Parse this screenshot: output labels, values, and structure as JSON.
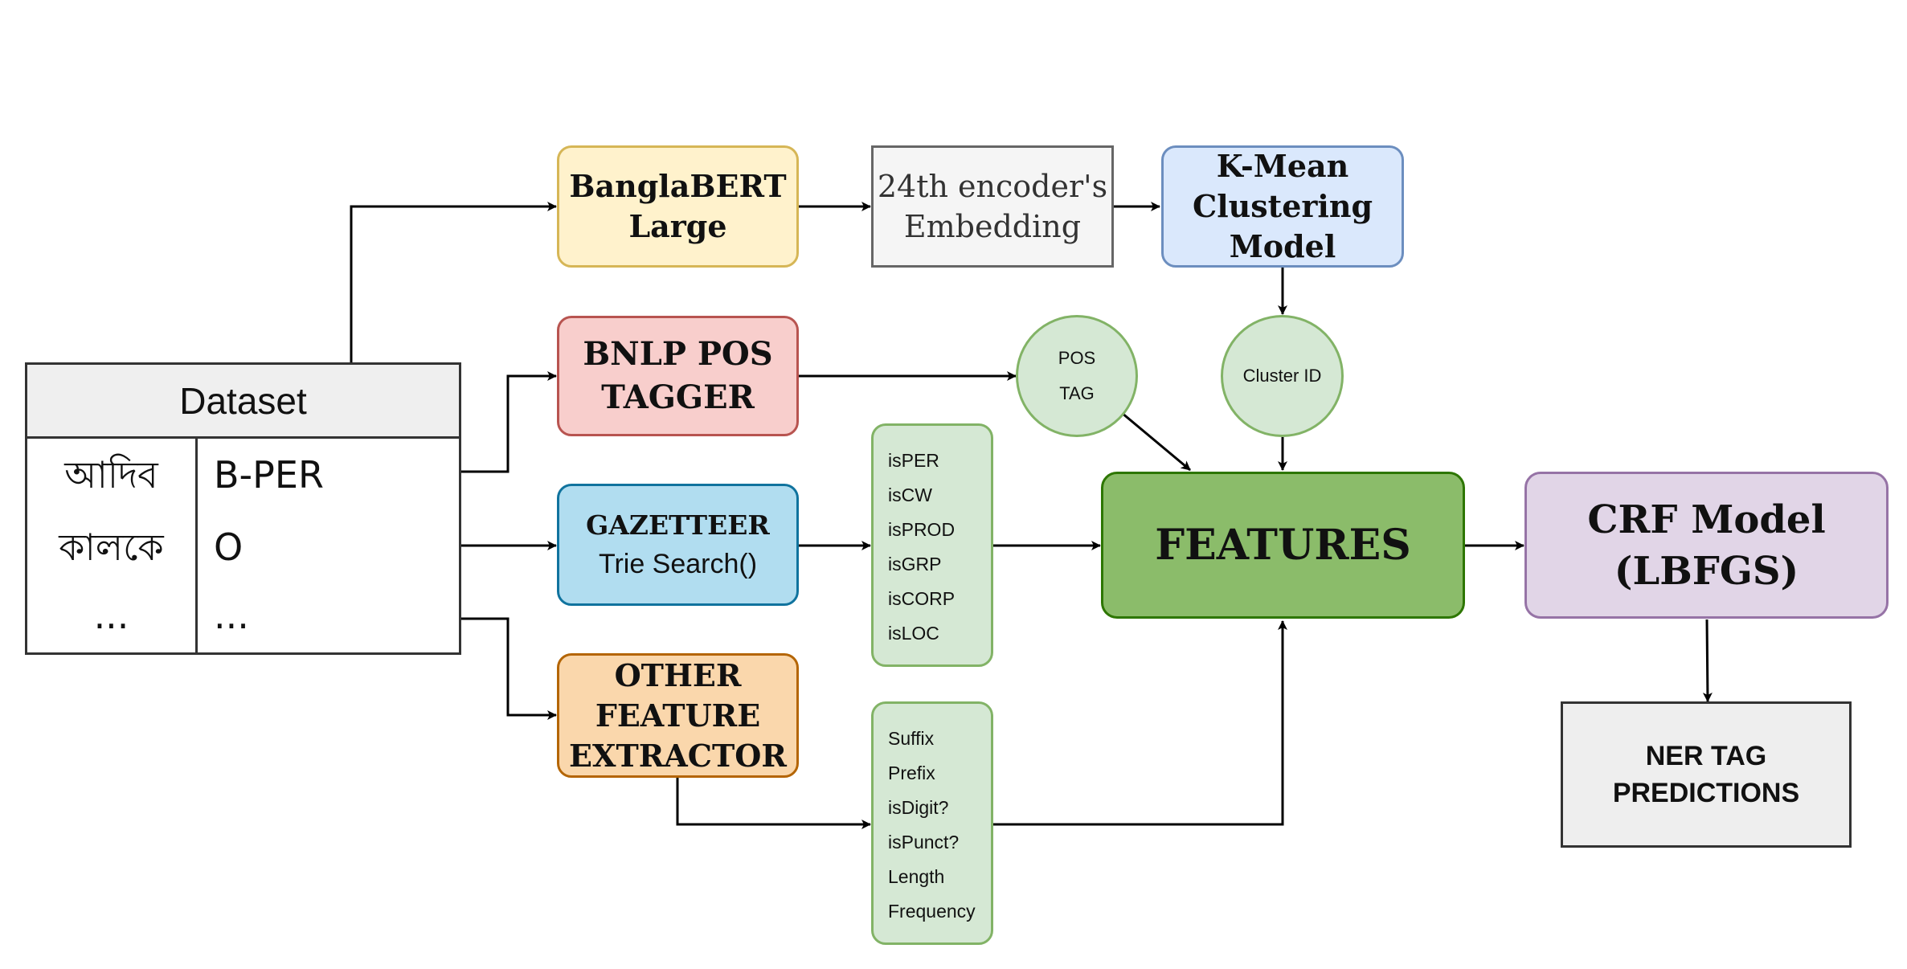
{
  "dataset": {
    "title": "Dataset",
    "rows": [
      {
        "word": "আদিব",
        "tag": "B-PER"
      },
      {
        "word": "কালকে",
        "tag": "O"
      },
      {
        "word": "...",
        "tag": "..."
      }
    ]
  },
  "nodes": {
    "banglabert": {
      "lines": [
        "BanglaBERT",
        "Large"
      ]
    },
    "embedding": {
      "lines": [
        "24th encoder's",
        "Embedding"
      ]
    },
    "kmean": {
      "lines": [
        "K-Mean",
        "Clustering",
        "Model"
      ]
    },
    "pos_tagger": {
      "lines": [
        "BNLP POS",
        "TAGGER"
      ]
    },
    "gazetteer": {
      "title": "GAZETTEER",
      "subtitle": "Trie Search()"
    },
    "other": {
      "lines": [
        "OTHER",
        "FEATURE",
        "EXTRACTOR"
      ]
    },
    "features": {
      "label": "FEATURES"
    },
    "crf": {
      "lines": [
        "CRF Model",
        "(LBFGS)"
      ]
    },
    "ner": {
      "lines": [
        "NER TAG",
        "PREDICTIONS"
      ]
    },
    "pos_tag": {
      "lines": [
        "POS",
        "TAG"
      ]
    },
    "cluster_id": {
      "label": "Cluster ID"
    }
  },
  "gazetteer_features": [
    "isPER",
    "isCW",
    "isPROD",
    "isGRP",
    "isCORP",
    "isLOC"
  ],
  "other_features": [
    "Suffix",
    "Prefix",
    "isDigit?",
    "isPunct?",
    "Length",
    "Frequency"
  ],
  "colors": {
    "yellow_fill": "#fff2cc",
    "yellow_stroke": "#d6b656",
    "gray_fill": "#f5f5f5",
    "gray_stroke": "#666666",
    "blue_fill": "#dae8fc",
    "blue_stroke": "#6c8ebf",
    "red_fill": "#f8cecc",
    "red_stroke": "#b85450",
    "cyan_fill": "#b1ddf0",
    "cyan_stroke": "#10739e",
    "orange_fill": "#fad7ac",
    "orange_stroke": "#b46504",
    "green_fill": "#d5e8d4",
    "green_stroke": "#82b366",
    "dark_green_fill": "#8bbc6a",
    "dark_green_stroke": "#2d7600",
    "purple_fill": "#e1d5e7",
    "purple_stroke": "#9673a6",
    "light_gray_fill": "#eeeeee",
    "dark_stroke": "#333333"
  }
}
